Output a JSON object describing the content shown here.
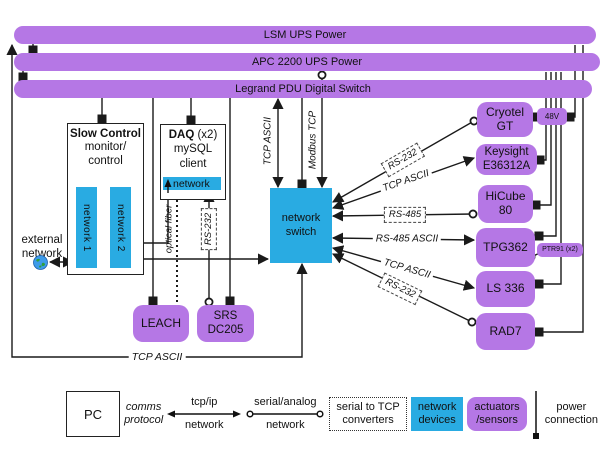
{
  "colors": {
    "purple": "#b577e5",
    "blue": "#29abe2",
    "line": "#1a1a1a",
    "background": "#ffffff"
  },
  "power_bars": {
    "lsm": "LSM UPS Power",
    "apc": "APC 2200 UPS Power",
    "legrand": "Legrand PDU Digital Switch"
  },
  "slow_control": {
    "title": "Slow Control",
    "line2": "monitor/",
    "line3": "control",
    "network1": "network 1",
    "network2": "network 2"
  },
  "daq": {
    "title_bold": "DAQ",
    "title_suffix": " (x2)",
    "line2": "mySQL",
    "line3": "client",
    "network": "network"
  },
  "network_switch": {
    "line1": "network",
    "line2": "switch"
  },
  "external_network": {
    "line1": "external",
    "line2": "network"
  },
  "devices": {
    "cryotel": {
      "line1": "Cryotel",
      "line2": "GT"
    },
    "psu_48v": "48V",
    "keysight": {
      "line1": "Keysight",
      "line2": "E36312A"
    },
    "hicube": {
      "line1": "HiCube",
      "line2": "80"
    },
    "tpg362": "TPG362",
    "ptr91": "PTR91 (x2)",
    "ls336": "LS 336",
    "rad7": "RAD7",
    "leach": "LEACH",
    "srs": {
      "line1": "SRS",
      "line2": "DC205"
    }
  },
  "protocols": {
    "tcp_ascii": "TCP ASCII",
    "modbus_tcp": "Modbus TCP",
    "rs232": "RS-232",
    "rs485": "RS-485",
    "rs485_ascii": "RS-485 ASCII",
    "optical_fiber": "optical fiber"
  },
  "legend": {
    "pc": "PC",
    "comms": {
      "line1": "comms",
      "line2": "protocol"
    },
    "tcpip": {
      "top": "tcp/ip",
      "bottom": "network"
    },
    "serial": {
      "top": "serial/analog",
      "bottom": "network"
    },
    "converters": {
      "line1": "serial to TCP",
      "line2": "converters"
    },
    "network_devices": {
      "line1": "network",
      "line2": "devices"
    },
    "actuators": {
      "line1": "actuators",
      "line2": "/sensors"
    },
    "power": {
      "line1": "power",
      "line2": "connection"
    }
  }
}
